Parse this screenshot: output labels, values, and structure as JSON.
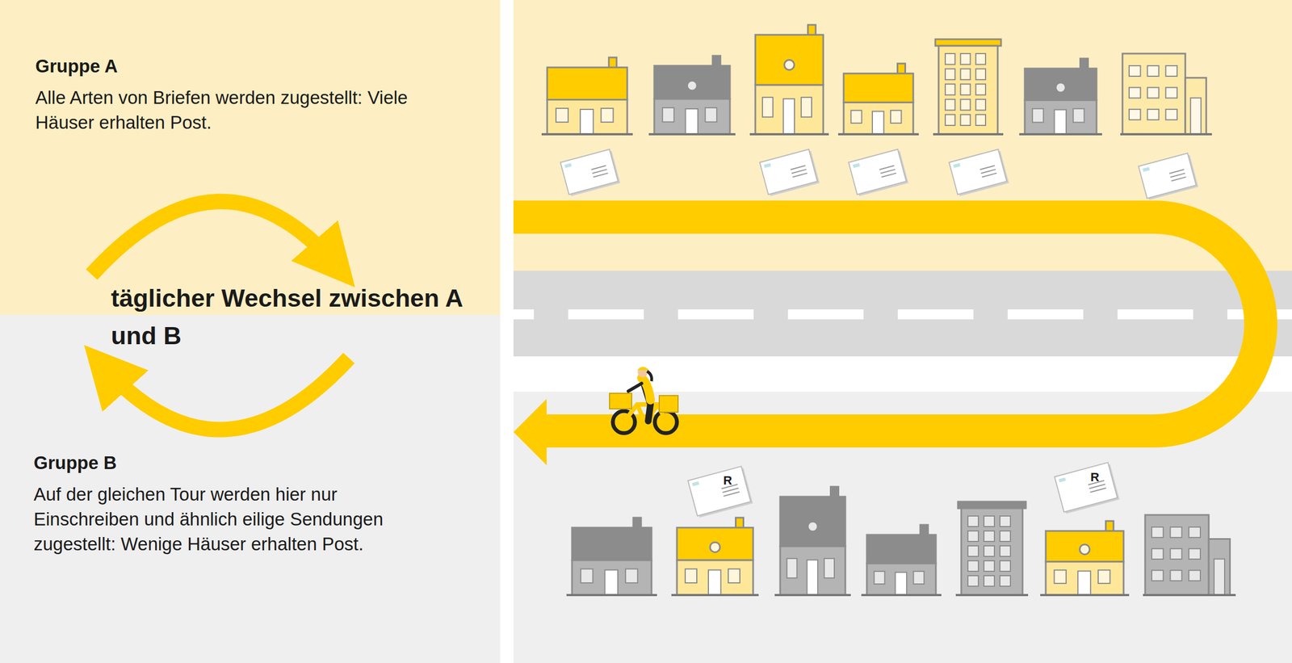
{
  "diagram": {
    "nodes": [
      {
        "text": [
          "Gruppe A",
          "Alle Arten von Briefen werden zugestellt: Viele Häuser erhalten Post."
        ]
      },
      {
        "text": [
          "Gruppe B",
          "Auf der gleichen Tour werden hier nur Einschreiben und ähnlich eilige Sendungen zugestellt: Wenige Häuser erhalten Post."
        ]
      }
    ],
    "labels": [
      "täglicher Wechsel zwischen A und B",
      "R",
      "R"
    ]
  }
}
